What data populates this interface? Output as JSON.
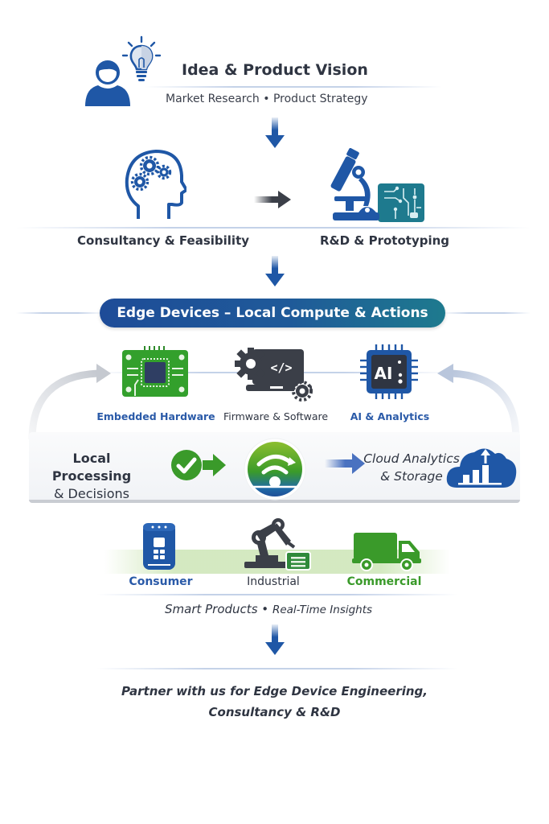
{
  "stage1": {
    "title": "Idea & Product Vision",
    "subtitle_left": "Market Research",
    "separator": "•",
    "subtitle_right": "Product Strategy",
    "icons": [
      "person-icon",
      "lightbulb-icon"
    ]
  },
  "stage2": {
    "left_label": "Consultancy & Feasibility",
    "right_label": "R&D & Prototyping",
    "icons": [
      "head-gears-icon",
      "microscope-circuit-icon"
    ]
  },
  "stage3": {
    "banner": "Edge Devices – Local Compute & Actions",
    "items": [
      {
        "label": "Embedded Hardware",
        "icon": "circuit-board-icon",
        "color": "#2a5aa8"
      },
      {
        "label": "Firmware & Software",
        "icon": "gear-code-icon",
        "color": "#2f3542"
      },
      {
        "label": "AI & Analytics",
        "icon": "ai-chip-icon",
        "color": "#2a5aa8"
      }
    ],
    "chip_text": "AI",
    "code_text": "</>"
  },
  "stage4": {
    "left_line1": "Local Processing",
    "left_line2": "& Decisions",
    "right_line1": "Cloud Analytics",
    "right_line2": "& Storage",
    "icons": [
      "check-icon",
      "wireless-hub-icon",
      "cloud-chart-icon"
    ]
  },
  "stage5": {
    "items": [
      {
        "label": "Consumer",
        "icon": "smart-speaker-icon",
        "color": "#2a5aa8"
      },
      {
        "label": "Industrial",
        "icon": "robot-arm-icon",
        "color": "#2f3542"
      },
      {
        "label": "Commercial",
        "icon": "truck-icon",
        "color": "#3a9a2a"
      }
    ],
    "tagline_left": "Smart Products",
    "separator": "•",
    "tagline_right": "Real-Time Insights"
  },
  "cta": {
    "line1": "Partner with us for Edge Device Engineering,",
    "line2": "Consultancy & R&D"
  },
  "colors": {
    "primary_blue": "#1f57a6",
    "green": "#3a9a2a",
    "dark": "#3b3f48",
    "teal": "#1e7a8e"
  }
}
